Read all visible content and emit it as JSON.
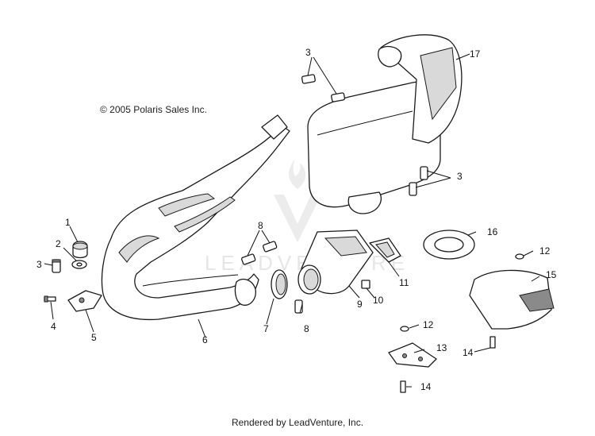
{
  "copyright": "© 2005 Polaris Sales Inc.",
  "credit": "Rendered by LeadVenture, Inc.",
  "watermark": "LEADVENTURE",
  "callouts": {
    "c1": "1",
    "c2": "2",
    "c3a": "3",
    "c3b": "3",
    "c3c": "3",
    "c4": "4",
    "c5": "5",
    "c6": "6",
    "c7": "7",
    "c8a": "8",
    "c8b": "8",
    "c9": "9",
    "c10": "10",
    "c11": "11",
    "c12a": "12",
    "c12b": "12",
    "c13": "13",
    "c14a": "14",
    "c14b": "14",
    "c15": "15",
    "c16": "16",
    "c17": "17"
  }
}
